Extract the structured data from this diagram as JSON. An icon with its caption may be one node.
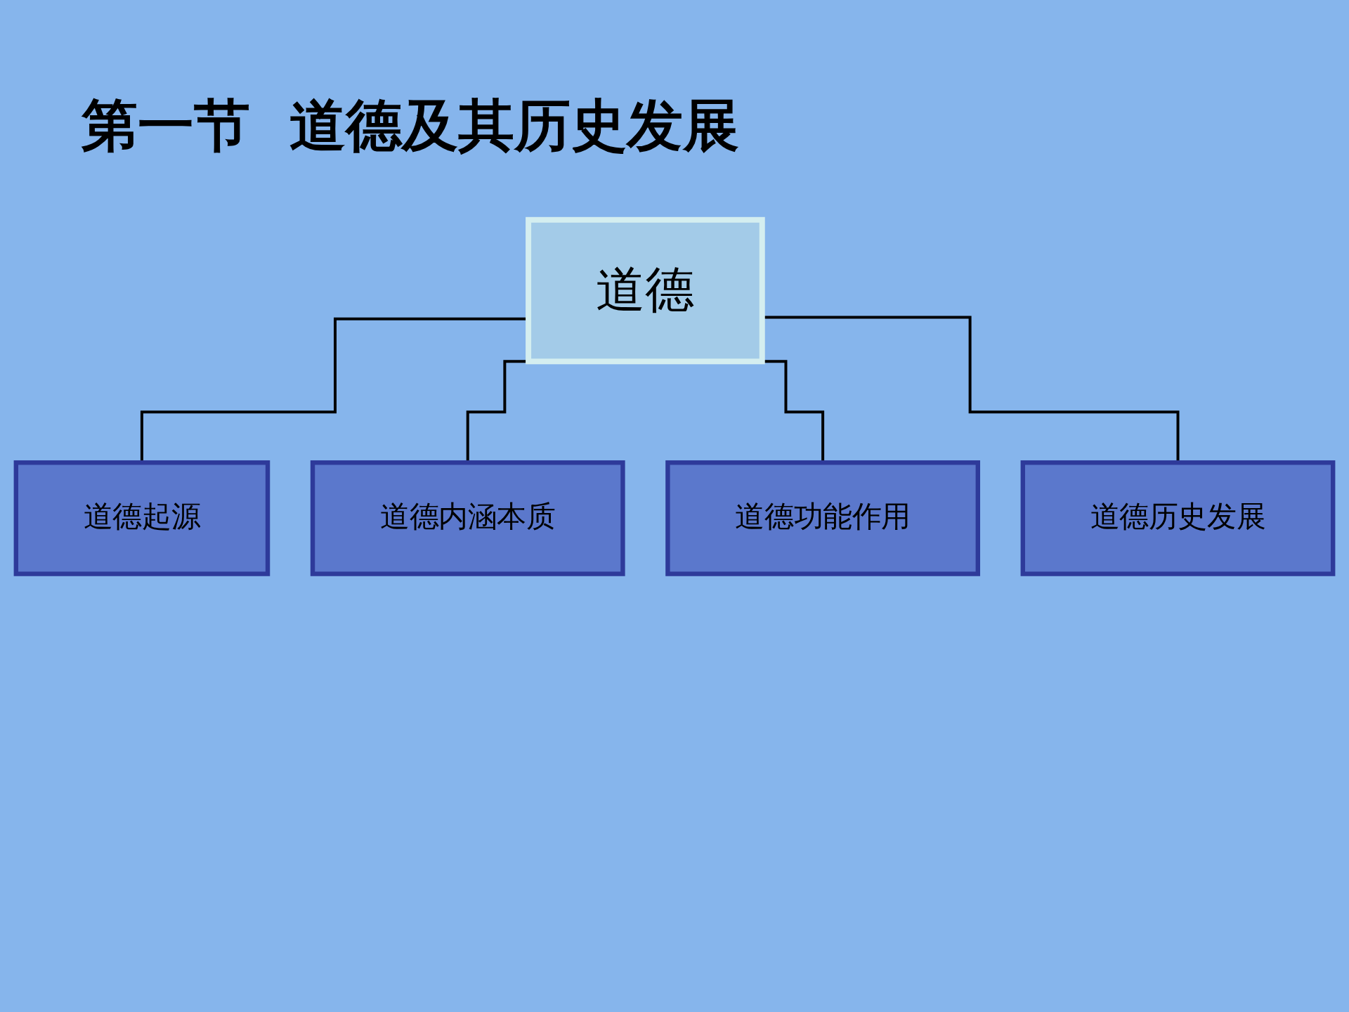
{
  "diagram": {
    "title": "第一节  道德及其历史发展",
    "nodes": [
      {
        "text": [
          "道德"
        ]
      },
      {
        "text": [
          "道德起源"
        ]
      },
      {
        "text": [
          "道德内涵本质"
        ]
      },
      {
        "text": [
          "道德功能作用"
        ]
      },
      {
        "text": [
          "道德历史发展"
        ]
      }
    ],
    "edges": [
      {
        "from": 0,
        "to": 1,
        "arrow": "none"
      },
      {
        "from": 0,
        "to": 2,
        "arrow": "none"
      },
      {
        "from": 0,
        "to": 3,
        "arrow": "none"
      },
      {
        "from": 0,
        "to": 4,
        "arrow": "none"
      }
    ]
  }
}
